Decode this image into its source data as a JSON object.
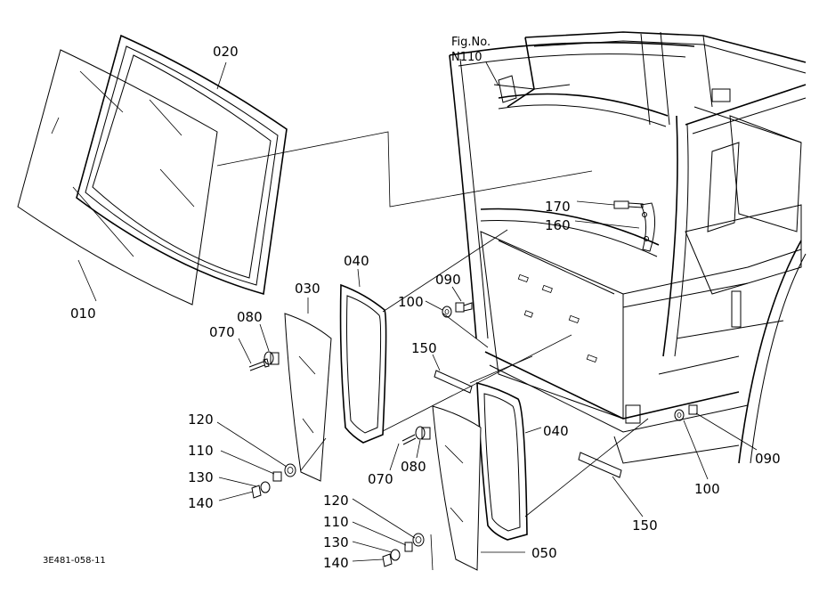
{
  "figure": {
    "ref_line1": "Fig.No.",
    "ref_line2": "N110",
    "code": "3E481-058-11"
  },
  "labels": {
    "p010": "010",
    "p020": "020",
    "p030": "030",
    "p040a": "040",
    "p040b": "040",
    "p050": "050",
    "p070a": "070",
    "p070b": "070",
    "p080a": "080",
    "p080b": "080",
    "p090a": "090",
    "p090b": "090",
    "p100a": "100",
    "p100b": "100",
    "p110a": "110",
    "p110b": "110",
    "p120a": "120",
    "p120b": "120",
    "p130a": "130",
    "p130b": "130",
    "p140a": "140",
    "p140b": "140",
    "p150a": "150",
    "p150b": "150",
    "p160": "160",
    "p170": "170"
  }
}
